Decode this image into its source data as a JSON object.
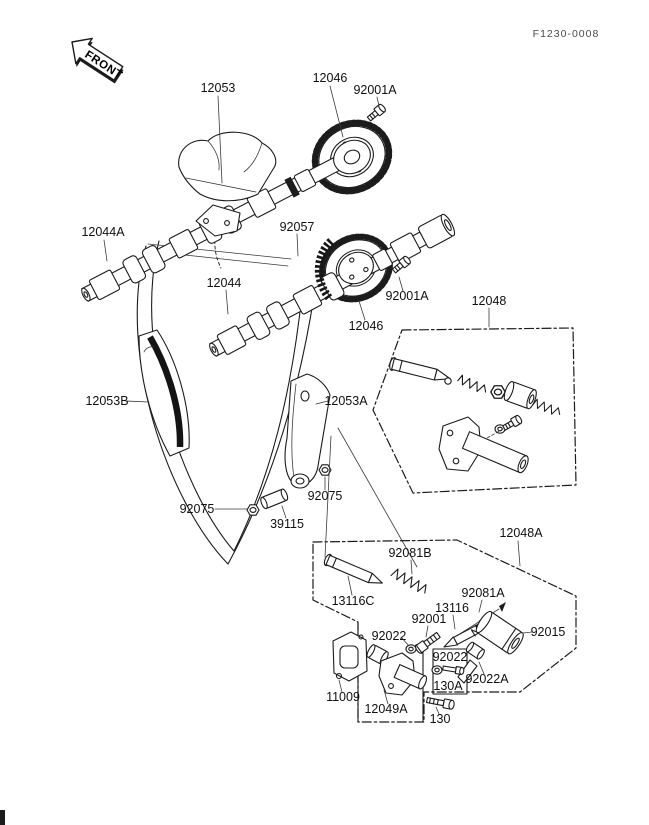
{
  "front_marker": {
    "label": "FRONT"
  },
  "doc_number": "F1230-0008",
  "ink_color": "#1c1c1c",
  "part_labels": [
    {
      "id": "camshaft-cap-cover",
      "text": "12053"
    },
    {
      "id": "sprocket-upper",
      "text": "12046"
    },
    {
      "id": "sprocket-bolt-upper",
      "text": "92001A"
    },
    {
      "id": "camshaft-exhaust",
      "text": "12044A"
    },
    {
      "id": "cam-chain",
      "text": "92057"
    },
    {
      "id": "camshaft-intake",
      "text": "12044"
    },
    {
      "id": "sprocket-lower",
      "text": "12046"
    },
    {
      "id": "sprocket-bolt-lower",
      "text": "92001A"
    },
    {
      "id": "tensioner-assembly",
      "text": "12048"
    },
    {
      "id": "chain-guide-front",
      "text": "12053B"
    },
    {
      "id": "chain-guide-rear",
      "text": "12053A"
    },
    {
      "id": "nut-left",
      "text": "92075"
    },
    {
      "id": "pivot-pin",
      "text": "39115"
    },
    {
      "id": "nut-right",
      "text": "92075"
    },
    {
      "id": "tensioner-assembly-b",
      "text": "12048A"
    },
    {
      "id": "spring-large",
      "text": "92081B"
    },
    {
      "id": "push-rod-c",
      "text": "13116C"
    },
    {
      "id": "spring-small",
      "text": "92081A"
    },
    {
      "id": "push-rod",
      "text": "13116"
    },
    {
      "id": "bolt-92001",
      "text": "92001"
    },
    {
      "id": "washer-1",
      "text": "92022"
    },
    {
      "id": "damper-92015",
      "text": "92015"
    },
    {
      "id": "washer-2",
      "text": "92022"
    },
    {
      "id": "bolt-130a",
      "text": "130A"
    },
    {
      "id": "collar-92022a",
      "text": "92022A"
    },
    {
      "id": "bracket-11009",
      "text": "11009"
    },
    {
      "id": "tensioner-body-12049a",
      "text": "12049A"
    },
    {
      "id": "bolt-130",
      "text": "130"
    }
  ]
}
